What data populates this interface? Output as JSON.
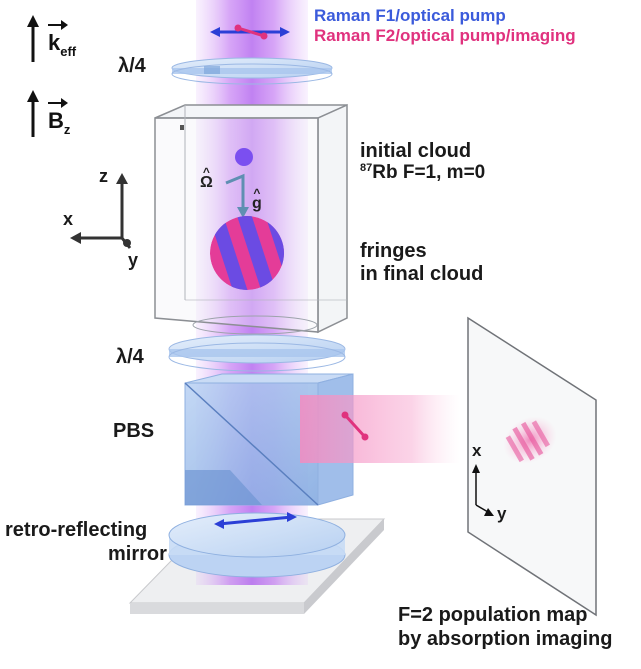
{
  "legend": {
    "raman_f1": "Raman F1/optical pump",
    "raman_f2": "Raman F2/optical pump/imaging",
    "color_f1": "#3b5bdb",
    "color_f2": "#e0327e"
  },
  "vectors": {
    "k_eff_main": "k",
    "k_eff_sub": "eff",
    "b_main": "B",
    "b_sub": "z"
  },
  "components": {
    "quarter_wave_top": "λ/4",
    "quarter_wave_bottom": "λ/4",
    "pbs": "PBS",
    "mirror_line1": "retro-reflecting",
    "mirror_line2": "mirror"
  },
  "cloud": {
    "initial_line1": "initial cloud",
    "initial_sup": "87",
    "initial_line2": "Rb F=1, m=0",
    "fringes_line1": "fringes",
    "fringes_line2": "in final cloud",
    "omega": "Ω",
    "gravity": "g",
    "hat": "^"
  },
  "axes": {
    "z": "z",
    "x": "x",
    "y": "y"
  },
  "imaging": {
    "axis_x": "x",
    "axis_y": "y",
    "caption_line1": "F=2 population map",
    "caption_line2": "by absorption imaging"
  },
  "colors": {
    "beam_center": "#b65cf0",
    "glass": "#a9c9f2",
    "pink_beam": "#f48bc0"
  }
}
